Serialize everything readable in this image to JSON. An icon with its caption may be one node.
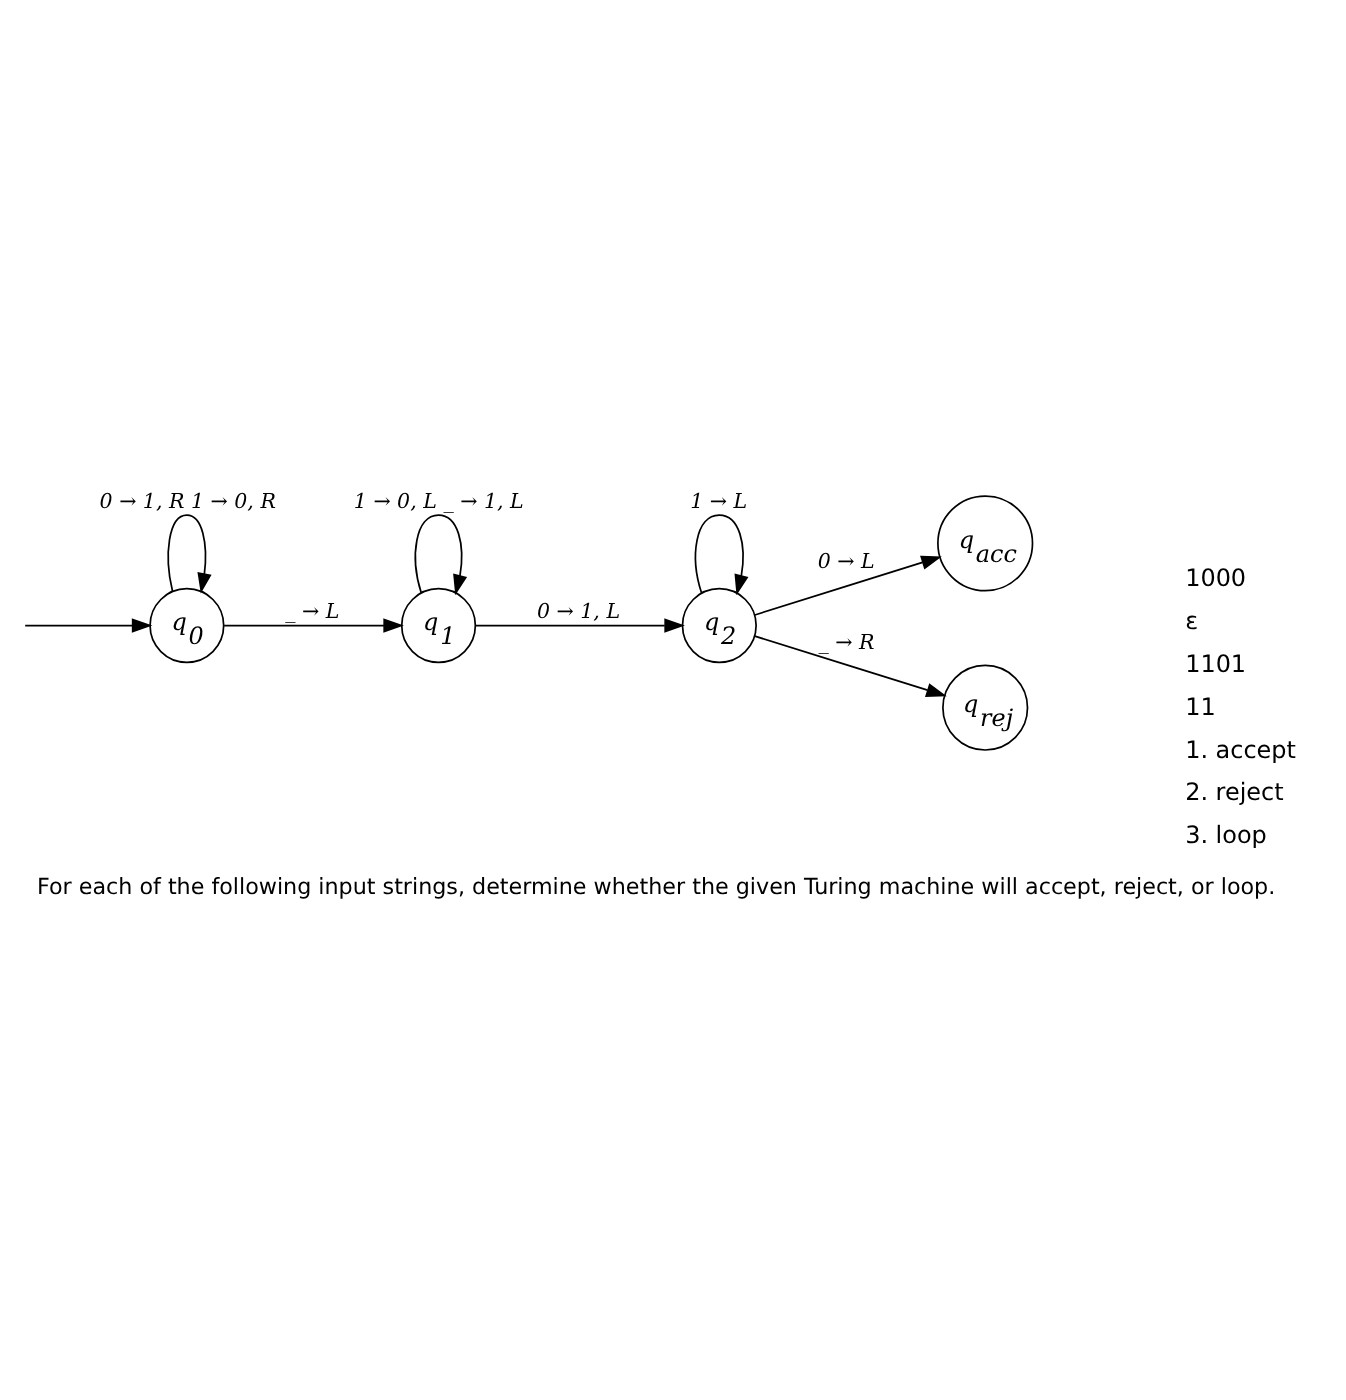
{
  "diagram": {
    "caption": "For each of the following input strings, determine whether the given Turing machine will accept, reject, or loop.",
    "nodes": [
      {
        "text": [
          "q$_{0}$"
        ]
      },
      {
        "text": [
          "q$_{1}$"
        ]
      },
      {
        "text": [
          "q$_{2}$"
        ]
      },
      {
        "text": [
          "q$_{acc}$"
        ]
      },
      {
        "text": [
          "q$_{rej}$"
        ]
      }
    ],
    "edges": [
      {
        "from": null,
        "to": 0,
        "arrow": "to"
      },
      {
        "from": 0,
        "to": 0,
        "arrow": "to",
        "label": "0 → 1, R 1 → 0, R"
      },
      {
        "from": 0,
        "to": 1,
        "arrow": "to",
        "label": "_ → L"
      },
      {
        "from": 1,
        "to": 1,
        "arrow": "to",
        "label": "1 → 0, L _ → 1, L"
      },
      {
        "from": 1,
        "to": 2,
        "arrow": "to",
        "label": "0 → 1, L"
      },
      {
        "from": 2,
        "to": 2,
        "arrow": "to",
        "label": "1 → L"
      },
      {
        "from": 2,
        "to": 3,
        "arrow": "to",
        "label": "0 → L"
      },
      {
        "from": 2,
        "to": 4,
        "arrow": "to",
        "label": "_ → R"
      }
    ],
    "labels": [
      "1000",
      "ε",
      "1101",
      "11",
      "1. accept",
      "2. reject",
      "3. loop"
    ]
  }
}
